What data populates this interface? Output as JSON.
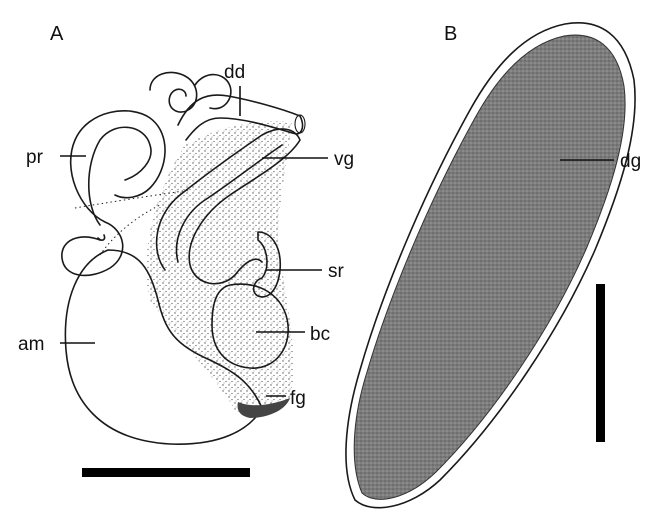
{
  "panels": {
    "A": {
      "letter": "A",
      "labels": {
        "dd": "dd",
        "pr": "pr",
        "vg": "vg",
        "sr": "sr",
        "am": "am",
        "bc": "bc",
        "fg": "fg"
      }
    },
    "B": {
      "letter": "B",
      "labels": {
        "dg": "dg"
      }
    }
  },
  "colors": {
    "ink": "#1a1a1a",
    "gland_fill": "#7a7a7a",
    "stipple": "#555555",
    "background": "#ffffff"
  }
}
